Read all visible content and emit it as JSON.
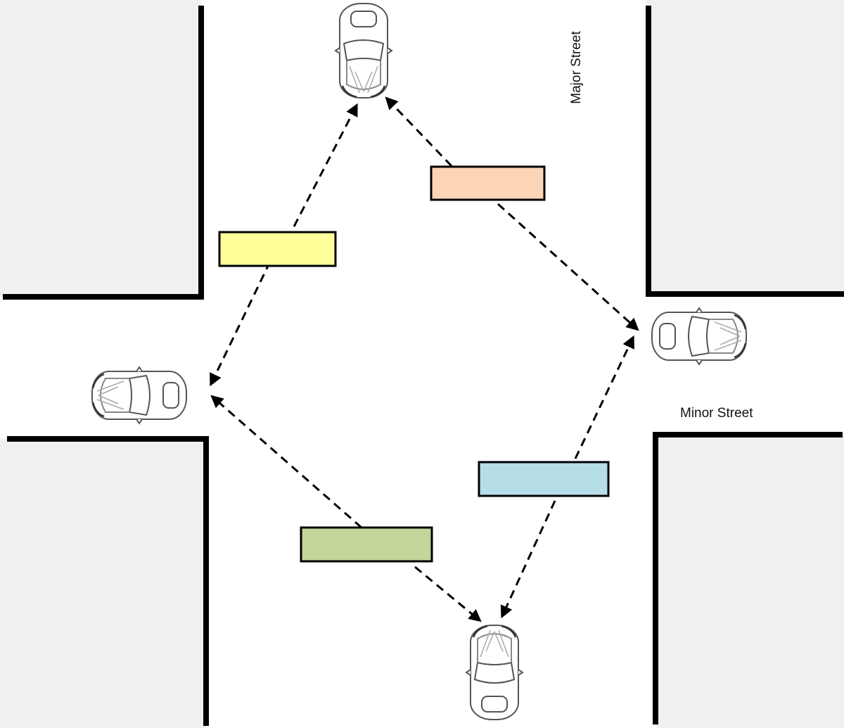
{
  "labels": {
    "major_street": "Major Street",
    "minor_street": "Minor Street"
  },
  "colors": {
    "block_fill": "#f0f0f0",
    "curb": "#000000",
    "arrow": "#000000",
    "box_yellow": "#ffff99",
    "box_orange": "#fbd5b5",
    "box_blue": "#b7dde8",
    "box_green": "#c3d69b"
  },
  "cars": [
    {
      "name": "car-north",
      "facing": "up"
    },
    {
      "name": "car-east",
      "facing": "left"
    },
    {
      "name": "car-south",
      "facing": "down"
    },
    {
      "name": "car-west",
      "facing": "right"
    }
  ],
  "labels_boxes": [
    {
      "name": "label-box-yellow",
      "color": "box_yellow",
      "text": ""
    },
    {
      "name": "label-box-orange",
      "color": "box_orange",
      "text": ""
    },
    {
      "name": "label-box-blue",
      "color": "box_blue",
      "text": ""
    },
    {
      "name": "label-box-green",
      "color": "box_green",
      "text": ""
    }
  ]
}
